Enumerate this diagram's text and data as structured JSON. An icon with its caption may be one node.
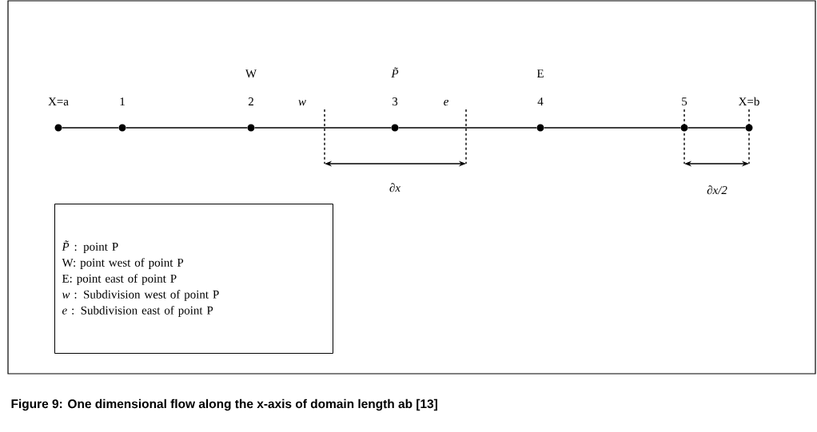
{
  "diagram": {
    "caption": "Figure 9: One dimensional flow along the x-axis of domain length ab [13]",
    "nodes": [
      {
        "text": [],
        "shape": "circle",
        "beside": [
          "X=a"
        ]
      },
      {
        "text": [],
        "shape": "circle",
        "beside": [
          "1"
        ]
      },
      {
        "text": [],
        "shape": "circle",
        "beside": [
          "2"
        ]
      },
      {
        "text": [],
        "shape": "circle",
        "beside": [
          "3"
        ]
      },
      {
        "text": [],
        "shape": "circle",
        "beside": [
          "4"
        ]
      },
      {
        "text": [],
        "shape": "circle",
        "beside": [
          "5"
        ]
      },
      {
        "text": [],
        "shape": "circle",
        "beside": [
          "X=b"
        ]
      },
      {
        "text": [
          "*P̃*: point P",
          "W: point west of point P",
          "E: point east of point P",
          "*w* : Subdivision west of point P",
          "*e* : Subdivision east of point P"
        ]
      }
    ],
    "edges": [
      {
        "from": 0,
        "to": 1,
        "arrow": "none"
      },
      {
        "from": 1,
        "to": 2,
        "arrow": "none"
      },
      {
        "from": 2,
        "to": 3,
        "arrow": "none"
      },
      {
        "from": 3,
        "to": 4,
        "arrow": "none"
      },
      {
        "from": 4,
        "to": 5,
        "arrow": "none"
      },
      {
        "from": 5,
        "to": 6,
        "arrow": "none"
      }
    ],
    "labels": [
      "W",
      "P̃",
      "E",
      "w",
      "e",
      "∂x",
      "∂x/2"
    ]
  }
}
